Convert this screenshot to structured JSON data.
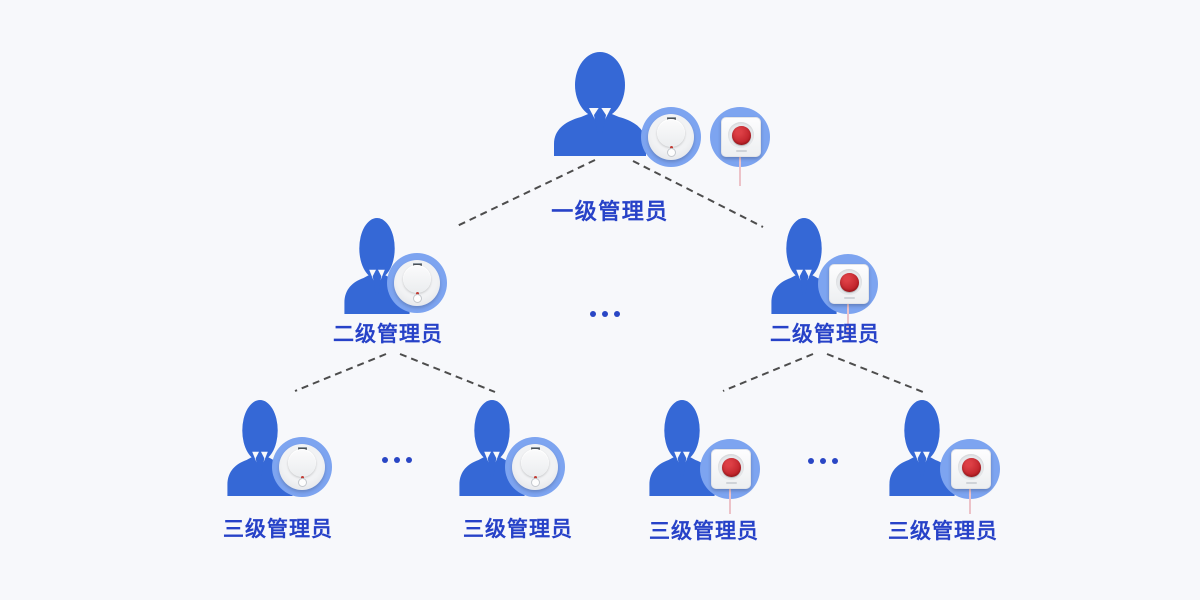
{
  "diagram": {
    "type": "tree-hierarchy",
    "background": "#f7f8fb",
    "palette": {
      "person_blue": "#3568d6",
      "badge_blue": "#7da4f0",
      "label_blue": "#2742c8",
      "dash_gray": "#4d4d4d",
      "button_red": "#bb1f27",
      "cord_pink": "#ecc2c8",
      "dots_blue": "#2946c5"
    },
    "nodes": {
      "level1": {
        "label": "一级管理员",
        "devices": [
          "dial",
          "pull-button"
        ]
      },
      "level2_left": {
        "label": "二级管理员",
        "devices": [
          "dial"
        ]
      },
      "level2_right": {
        "label": "二级管理员",
        "devices": [
          "pull-button"
        ]
      },
      "level3_a": {
        "label": "三级管理员",
        "devices": [
          "dial"
        ]
      },
      "level3_b": {
        "label": "三级管理员",
        "devices": [
          "dial"
        ]
      },
      "level3_c": {
        "label": "三级管理员",
        "devices": [
          "pull-button"
        ]
      },
      "level3_d": {
        "label": "三级管理员",
        "devices": [
          "pull-button"
        ]
      }
    },
    "edges": [
      [
        "level1",
        "level2_left"
      ],
      [
        "level1",
        "level2_right"
      ],
      [
        "level2_left",
        "level3_a"
      ],
      [
        "level2_left",
        "level3_b"
      ],
      [
        "level2_right",
        "level3_c"
      ],
      [
        "level2_right",
        "level3_d"
      ]
    ],
    "ellipsis_separators": [
      "center",
      "bottom-left",
      "bottom-right"
    ]
  }
}
